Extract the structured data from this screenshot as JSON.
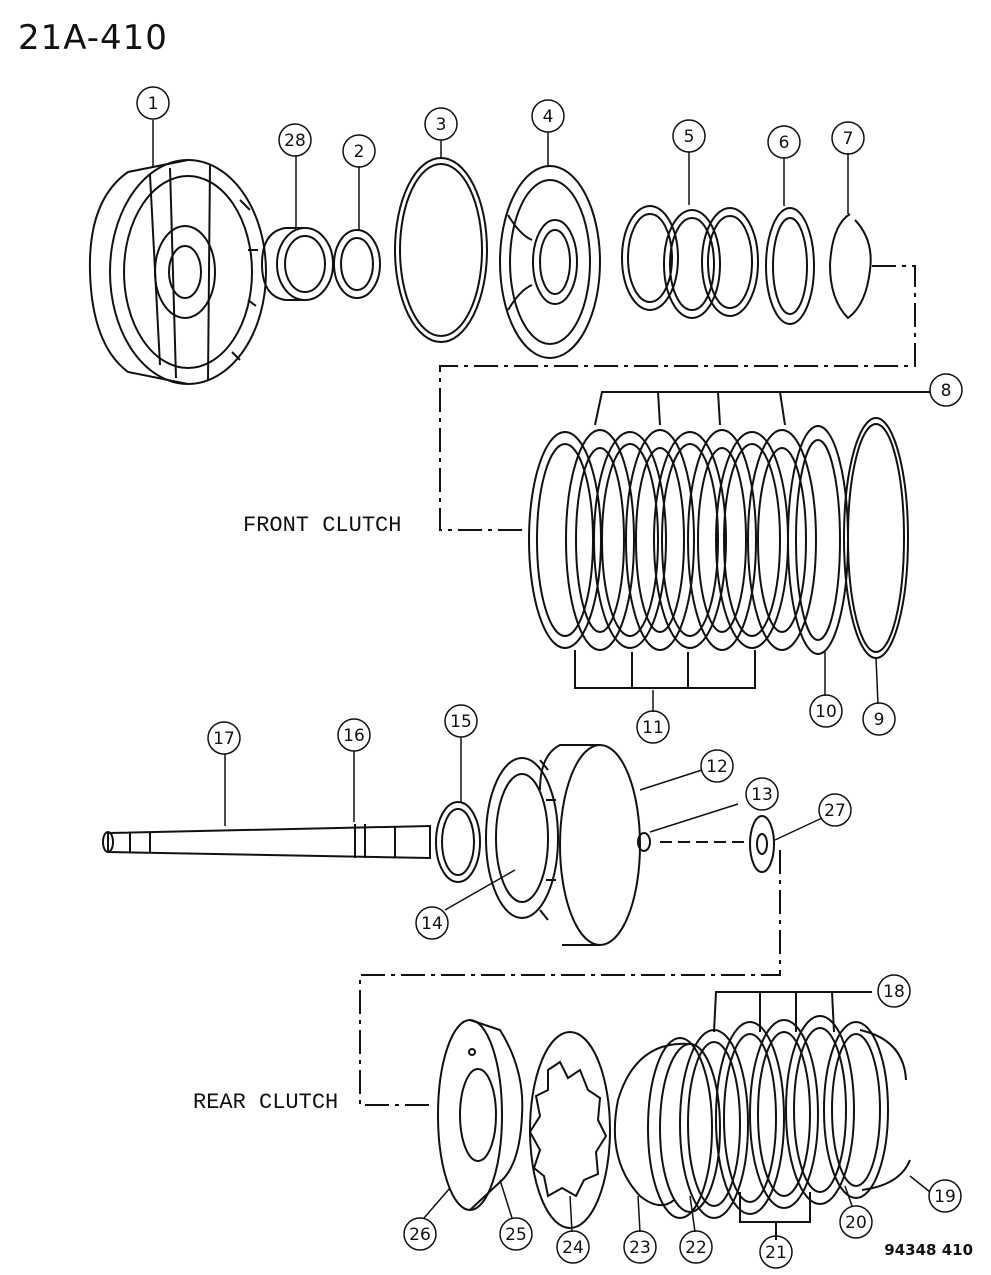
{
  "title": "21A-410",
  "labels": {
    "front_clutch": "FRONT CLUTCH",
    "rear_clutch": "REAR CLUTCH"
  },
  "figure_code": "94348 410",
  "callouts": [
    "1",
    "28",
    "2",
    "3",
    "4",
    "5",
    "6",
    "7",
    "8",
    "11",
    "10",
    "9",
    "17",
    "16",
    "15",
    "12",
    "13",
    "27",
    "14",
    "18",
    "26",
    "25",
    "24",
    "23",
    "22",
    "21",
    "20",
    "19"
  ],
  "colors": {
    "ink": "#111111",
    "paper": "#ffffff"
  }
}
